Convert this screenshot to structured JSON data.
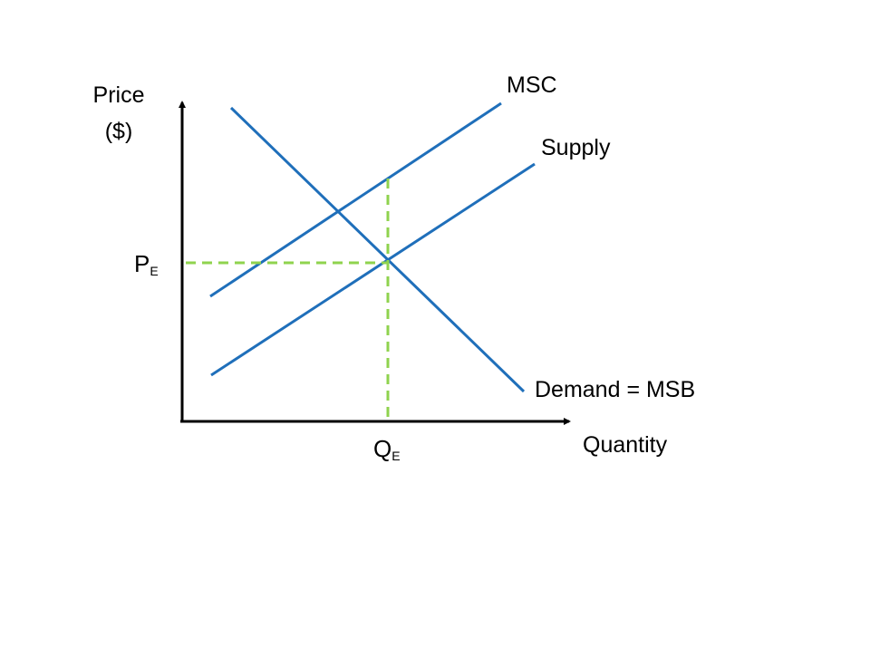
{
  "axes": {
    "y_label_line1": "Price",
    "y_label_line2": "($)",
    "x_label": "Quantity"
  },
  "curves": {
    "msc": "MSC",
    "supply": "Supply",
    "demand": "Demand = MSB"
  },
  "equilibrium": {
    "price_main": "P",
    "price_sub": "E",
    "quantity_main": "Q",
    "quantity_sub": "E"
  },
  "colors": {
    "curve": "#1f6fba",
    "guide": "#8fd34e",
    "axis": "#000000"
  }
}
